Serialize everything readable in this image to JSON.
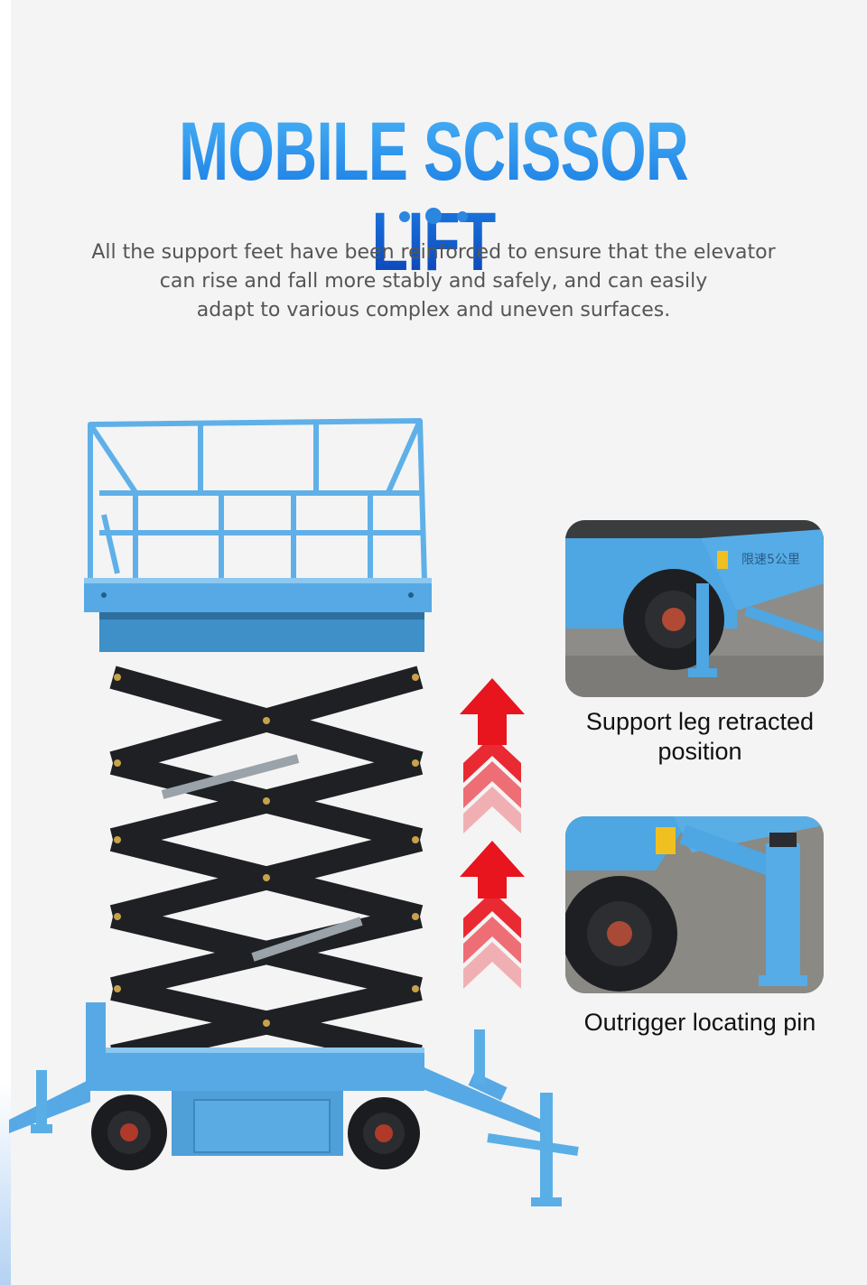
{
  "header": {
    "title": "MOBILE SCISSOR LIFT",
    "description_lines": [
      "All the support feet have been reinforced to ensure that the elevator",
      "can rise and fall more stably and safely, and can easily",
      "adapt to various complex and uneven surfaces."
    ]
  },
  "product": {
    "image_name": "mobile-scissor-lift-product",
    "plate_text": "限速5公里"
  },
  "details": [
    {
      "caption": "Support leg retracted position",
      "caption_lines": [
        "Support leg retracted",
        "position"
      ]
    },
    {
      "caption": "Outrigger locating pin",
      "caption_lines": [
        "Outrigger locating pin"
      ]
    }
  ],
  "colors": {
    "title_top": "#4ab2f5",
    "title_bottom": "#0a3fb4",
    "accent_blue": "#2b86e0",
    "machine_blue": "#56a9e4",
    "scissor_black": "#1e2024",
    "arrow_red": "#e8141e",
    "text_gray": "#555555"
  },
  "icons": [
    "three-dots-divider-icon",
    "up-arrows-icon"
  ]
}
